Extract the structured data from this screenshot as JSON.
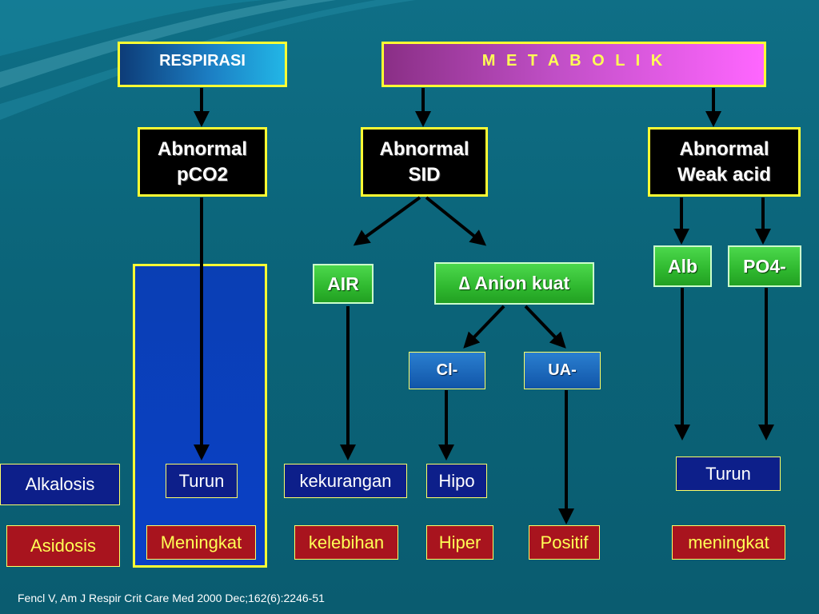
{
  "headers": {
    "respirasi": "RESPIRASI",
    "metabolik": "M E T A B O L I K"
  },
  "abnormal": {
    "pco2": {
      "line1": "Abnormal",
      "line2": "pCO2"
    },
    "sid": {
      "line1": "Abnormal",
      "line2": "SID"
    },
    "weak_acid": {
      "line1": "Abnormal",
      "line2": "Weak acid"
    }
  },
  "components": {
    "air": "AIR",
    "anion_kuat": "∆ Anion kuat",
    "alb": "Alb",
    "po4": "PO4-",
    "cl": "Cl-",
    "ua": "UA-"
  },
  "outcomes": {
    "alkalosis": "Alkalosis",
    "asidosis": "Asidosis",
    "pco2_low": "Turun",
    "pco2_high": "Meningkat",
    "air_low": "kekurangan",
    "air_high": "kelebihan",
    "cl_low": "Hipo",
    "cl_high": "Hiper",
    "ua_high": "Positif",
    "weak_low": "Turun",
    "weak_high": "meningkat"
  },
  "citation": "Fencl V,  Am J Respir Crit Care Med 2000 Dec;162(6):2246-51",
  "colors": {
    "background": "#0b6479",
    "border_yellow": "#ffff33",
    "green_box": "#33bb33",
    "navy_box": "#0d1f8a",
    "red_box": "#a8141e",
    "panel_blue": "#0a40c0"
  }
}
